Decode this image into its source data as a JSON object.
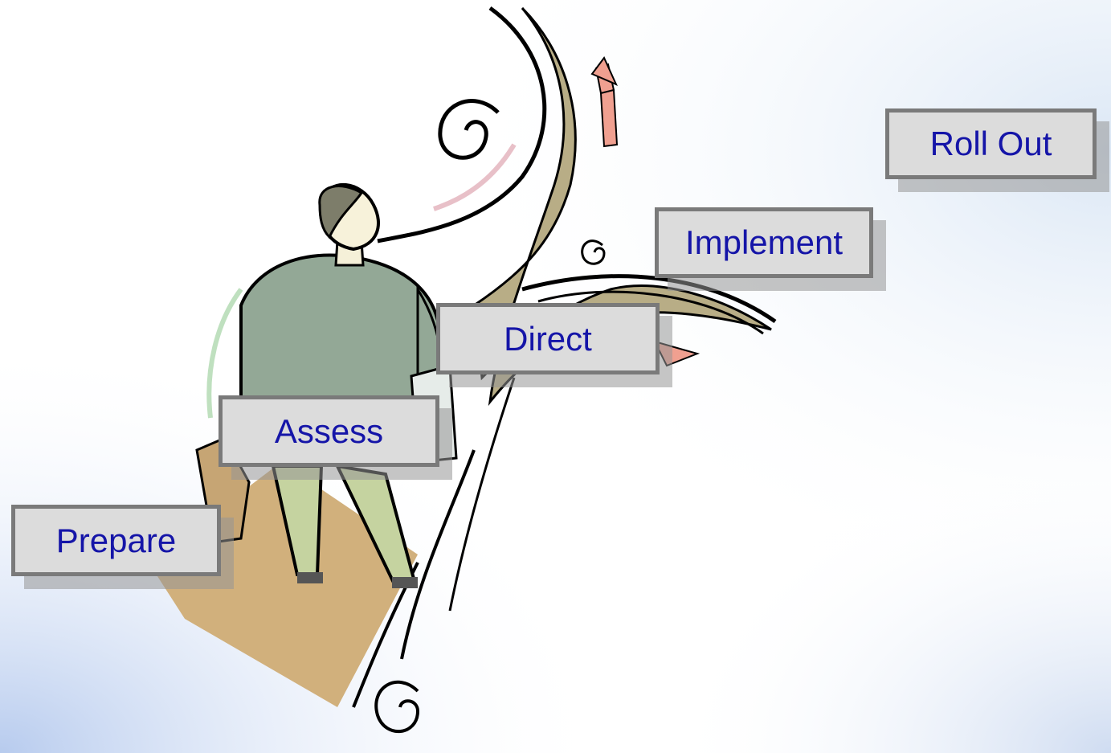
{
  "steps": [
    {
      "label": "Prepare"
    },
    {
      "label": "Assess"
    },
    {
      "label": "Direct"
    },
    {
      "label": "Implement"
    },
    {
      "label": "Roll Out"
    }
  ],
  "colors": {
    "box_fill": "#dcdcdc",
    "box_border": "#7a7a7a",
    "box_text": "#1515a8",
    "background_glow": "#c8d8f0"
  },
  "icons": {
    "illustration": "man-climbing-steps-clipart",
    "arrow": "up-arrow-icon",
    "spiral": "spiral-icon"
  }
}
